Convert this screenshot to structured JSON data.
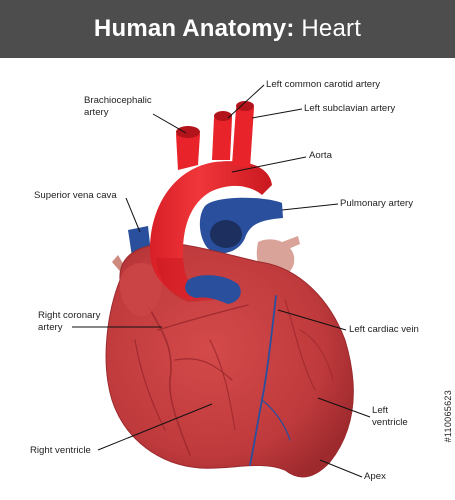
{
  "title": {
    "bold": "Human Anatomy:",
    "light": " Heart"
  },
  "labels": {
    "left_common_carotid": "Left common carotid artery",
    "left_subclavian": "Left subclavian artery",
    "brachiocephalic": "Brachiocephalic\nartery",
    "aorta": "Aorta",
    "superior_vena_cava": "Superior vena cava",
    "pulmonary_artery": "Pulmonary artery",
    "right_coronary": "Right coronary\nartery",
    "left_cardiac_vein": "Left cardiac vein",
    "left_ventricle": "Left\nventricle",
    "right_ventricle": "Right ventricle",
    "apex": "Apex"
  },
  "stock_id": "#110065623",
  "colors": {
    "header_bg": "#4d4d4d",
    "heart_muscle": "#c0393b",
    "aorta_red": "#e8232a",
    "vein_blue": "#2a4f9c",
    "leader_line": "#111111"
  }
}
